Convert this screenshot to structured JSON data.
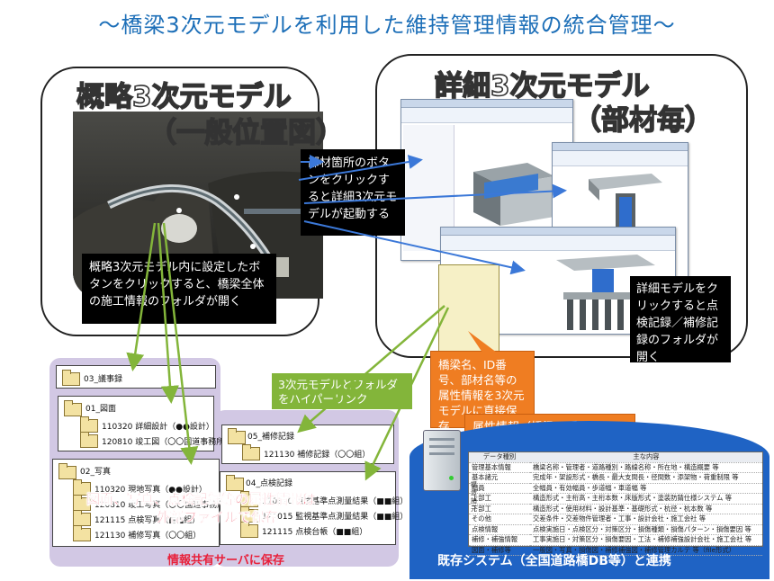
{
  "title": "～橋梁3次元モデルを利用した維持管理情報の統合管理～",
  "overview_panel": {
    "title_line1": "概略3次元モデル",
    "title_line2": "（一般位置図）",
    "note": "概略3次元モデル内に設定したボタンをクリックすると、橋梁全体の施工情報のフォルダが開く"
  },
  "detail_panel": {
    "title_line1": "詳細3次元モデル",
    "title_line2": "（部材毎）",
    "note": "詳細モデルをクリックすると点検記録／補修記録のフォルダが開く"
  },
  "callout_button": "部材箇所のボタンをクリックすると詳細3次元モデルが起動する",
  "hyperlink_label": "3次元モデルとフォルダをハイパーリンク",
  "attribute_save": "橋梁名、ID番号、部材名等の属性情報を3次元モデルに直接保存",
  "db_link": "属性情報（橋梁ID番号）でDBと関連付け",
  "folders": {
    "win1": {
      "name": "03_議事録"
    },
    "win2": {
      "name": "01_図面",
      "items": [
        "110320 詳細設計（●●設計）",
        "120810 竣工図（〇〇国道事務所）"
      ]
    },
    "win3": {
      "name": "02_写真",
      "items": [
        "110320 現地写真（●●設計）",
        "120810 竣工写真（〇〇国道事務所）",
        "121115 点検写真（■■組）",
        "121130 補修写真（〇〇組）"
      ]
    },
    "win4": {
      "name": "05_補修記録",
      "items": [
        "121130 補修記録（〇〇組）"
      ]
    },
    "win5": {
      "name": "04_点検記録",
      "items": [
        "110320 点検基準点測量結果（■■組）",
        "121015 監視基準点測量結果（■■組）",
        "121115 点検台帳（■■組）"
      ]
    }
  },
  "server_overlay_line1": "図面、写真、点検記録等の属性情報は",
  "server_overlay_line2": "外部ファイルで保存",
  "server_label": "情報共有サーバに保存",
  "db_label": "既存システム（全国道路橋DB等）と連携",
  "db_table": {
    "header": [
      "データ種別",
      "主な内容"
    ],
    "rows": [
      [
        "管理基本情報",
        "橋梁名称・管理者・道路種別・路線名称・所在地・構造概要 等"
      ],
      [
        "基本諸元",
        "完成年・架設形式・橋長・最大支間長・径間数・添架物・荷重制限 等"
      ],
      [
        "幅員",
        "全幅員・有効幅員・歩道幅・車道幅 等"
      ],
      [
        "上部工",
        "構造形式・主桁高・主桁本数・床版形式・塗装防錆仕様システム 等"
      ],
      [
        "下部工",
        "構造形式・使用材料・設計基準・基礎形式・杭径・杭本数 等"
      ],
      [
        "その他",
        "交差条件・交差物件管理者・工事・設計会社・施工会社 等"
      ],
      [
        "点検情報",
        "点検実施日・点検区分・対策区分・損傷種類・損傷パターン・損傷要因 等"
      ],
      [
        "補修・補強情報",
        "工事実施日・対策区分・損傷要因・工法・補修補強設計会社・施工会社 等"
      ],
      [
        "図面・補修等",
        "一般図・写真・損傷図・補修補強図・補修管理カルテ 等（file形式）"
      ]
    ],
    "group_label": "構造諸元"
  },
  "colors": {
    "title_blue": "#1d6fb8",
    "green": "#83b53a",
    "orange": "#ef7d22",
    "purple": "#d2c8e4",
    "db_blue": "#1f63c4",
    "red": "#e8203a"
  }
}
